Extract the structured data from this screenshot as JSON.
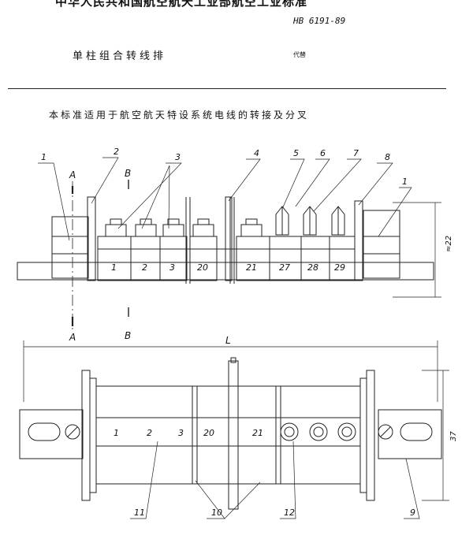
{
  "header": {
    "organization": "中华人民共和国航空航天工业部航空工业标准",
    "standard_number": "HB 6191-89",
    "document_name": "单柱组合转线排",
    "classification": "代替"
  },
  "scope_text": "本标准适用于航空航天特设系统电线的转接及分叉",
  "drawing": {
    "callouts": [
      "1",
      "2",
      "3",
      "4",
      "5",
      "6",
      "7",
      "8",
      "1",
      "9",
      "10",
      "11",
      "12"
    ],
    "section_marks": {
      "a_top": "A",
      "a_bottom": "A",
      "b_top": "B",
      "b_bottom": "B"
    },
    "front_view_numbers": [
      "1",
      "2",
      "3",
      "20",
      "21",
      "27",
      "28",
      "29"
    ],
    "top_view_numbers": [
      "1",
      "2",
      "3",
      "20",
      "21"
    ],
    "dimensions": {
      "height": "≈22",
      "length": "L",
      "width": "37"
    }
  }
}
